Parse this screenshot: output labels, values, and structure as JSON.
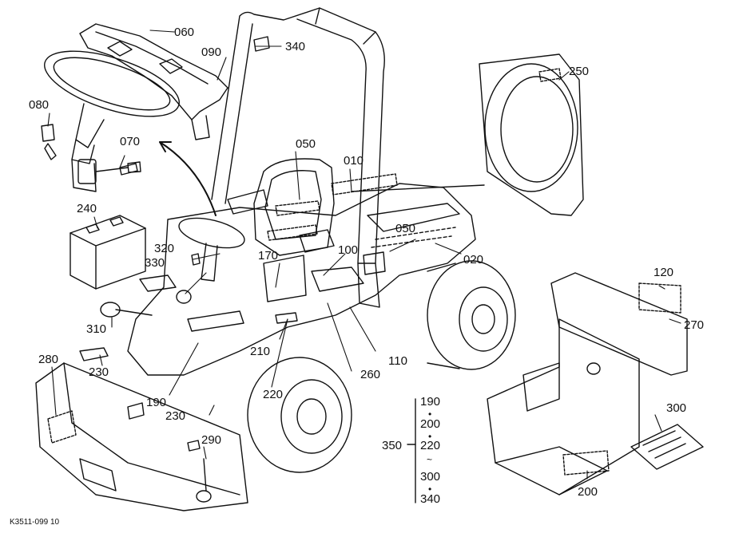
{
  "labels": {
    "p060": "060",
    "p340": "340",
    "p090": "090",
    "p250": "250",
    "p080": "080",
    "p070": "070",
    "p050a": "050",
    "p010": "010",
    "p240": "240",
    "p050b": "050",
    "p320": "320",
    "p330": "330",
    "p170": "170",
    "p100": "100",
    "p020": "020",
    "p120": "120",
    "p310": "310",
    "p270": "270",
    "p280": "280",
    "p230a": "230",
    "p210": "210",
    "p110": "110",
    "p260": "260",
    "p190": "190",
    "p220": "220",
    "p230b": "230",
    "p300": "300",
    "p290": "290",
    "p200": "200"
  },
  "range_group": {
    "label": "350",
    "items": [
      "190",
      "200",
      "220",
      "300",
      "340"
    ],
    "separators": [
      "•",
      "•",
      "~",
      "•"
    ]
  },
  "figure_code": "K3511-099 10"
}
